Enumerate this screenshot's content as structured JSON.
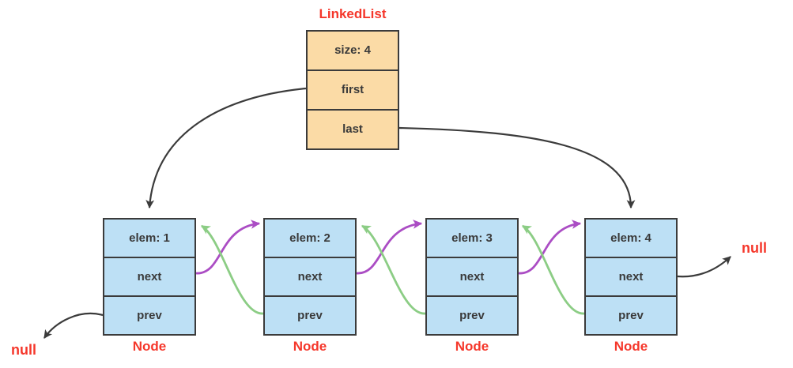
{
  "diagram": {
    "colors": {
      "list-fill": "#FBDBA6",
      "node-fill": "#BDE0F5",
      "border": "#3B3B3B",
      "label-red": "#F5372B",
      "cell-text": "#3A3A3A",
      "arrow-black": "#3B3B3B",
      "arrow-purple": "#AB4DC4",
      "arrow-green": "#8CCD85"
    },
    "linked_list": {
      "title": "LinkedList",
      "cells": [
        "size: 4",
        "first",
        "last"
      ]
    },
    "nodes": [
      {
        "label": "Node",
        "cells": [
          "elem: 1",
          "next",
          "prev"
        ]
      },
      {
        "label": "Node",
        "cells": [
          "elem: 2",
          "next",
          "prev"
        ]
      },
      {
        "label": "Node",
        "cells": [
          "elem: 3",
          "next",
          "prev"
        ]
      },
      {
        "label": "Node",
        "cells": [
          "elem: 4",
          "next",
          "prev"
        ]
      }
    ],
    "null_labels": {
      "left": "null",
      "right": "null"
    }
  }
}
